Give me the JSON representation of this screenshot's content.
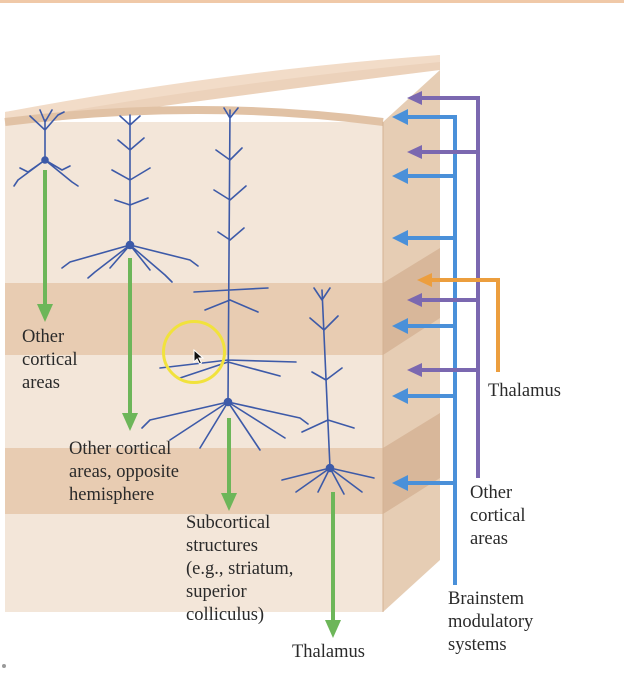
{
  "labels": {
    "other_cortical_areas_left": "Other\ncortical\nareas",
    "other_cortical_opposite": "Other cortical\nareas, opposite\nhemisphere",
    "subcortical": "Subcortical\nstructures\n(e.g., striatum,\nsuperior\ncolliculus)",
    "thalamus_bottom": "Thalamus",
    "thalamus_right": "Thalamus",
    "other_cortical_areas_right": "Other\ncortical\nareas",
    "brainstem": "Brainstem\nmodulatory\nsystems"
  },
  "colors": {
    "slab_light": "#f3e6d9",
    "slab_band": "#e8ccb2",
    "slab_side": "#e6cdb4",
    "slab_side_band": "#d8b79a",
    "neuron": "#3d5aa8",
    "output_arrow": "#6db659",
    "brainstem_arrow": "#4a90d9",
    "cortical_input_arrow": "#7b68b0",
    "thalamus_input_arrow": "#ec9e3e",
    "cursor_ring": "#f1e23c"
  },
  "icons": [
    "cursor-icon"
  ]
}
